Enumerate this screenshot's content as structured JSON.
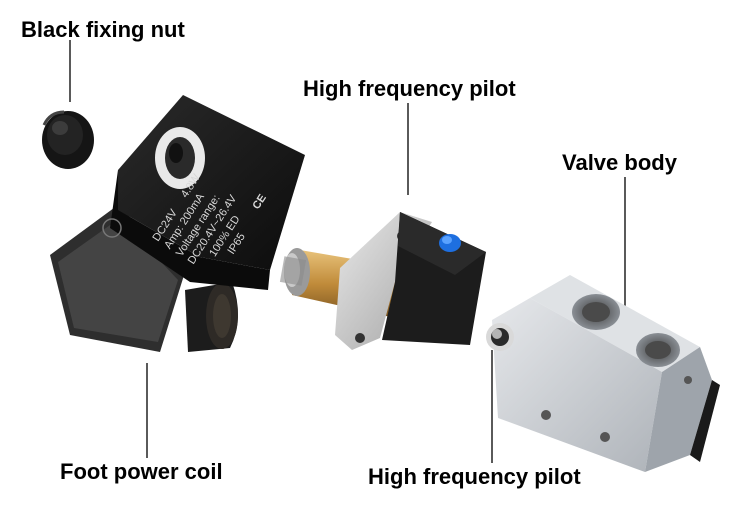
{
  "labels": {
    "black_fixing_nut": "Black fixing nut",
    "pilot_top": "High frequency pilot",
    "valve_body": "Valve body",
    "foot_power_coil": "Foot power coil",
    "pilot_bottom": "High frequency pilot"
  },
  "coil_marking": {
    "line1": "DC24V",
    "line1b": "4.8W",
    "line2": "Amp: 200mA",
    "line3": "Voltage range:",
    "line4": "DC20.4V~26.4V",
    "line5": "100% ED",
    "line6": "IP65",
    "ce_mark": "CE"
  },
  "colors": {
    "coil_black": "#141414",
    "brass": "#c79a4a",
    "aluminum": "#c9cdd2",
    "pilot_cap_blue": "#1e6fe0",
    "leader_line": "#000000"
  }
}
